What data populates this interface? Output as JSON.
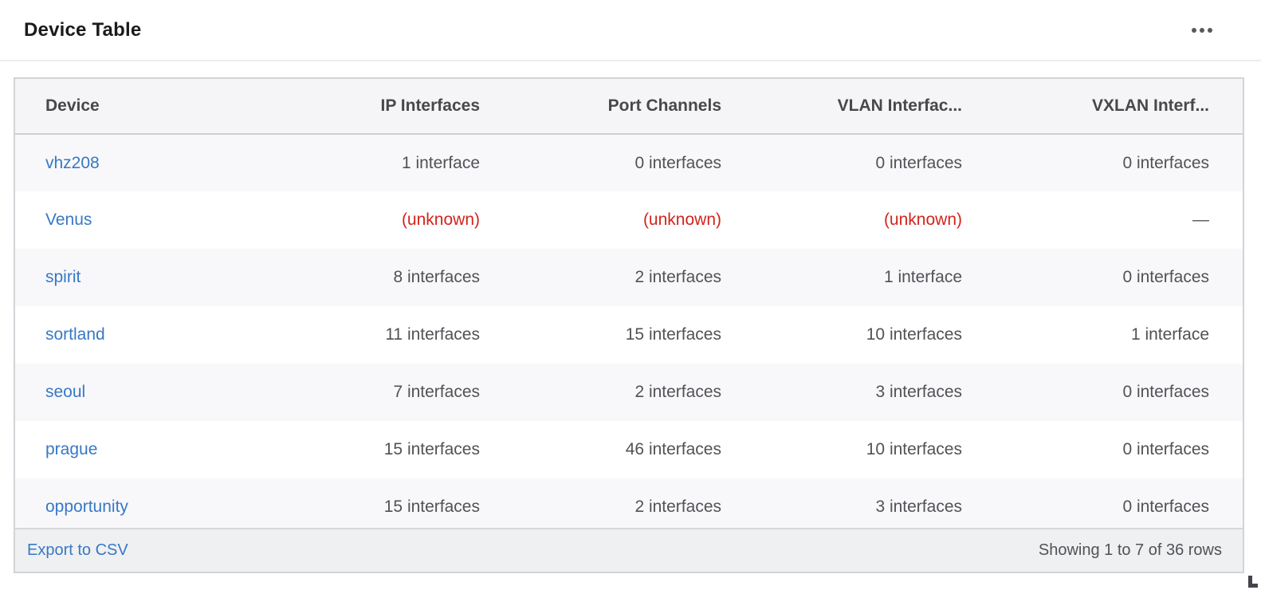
{
  "panel": {
    "title": "Device Table"
  },
  "table": {
    "unknown_text": "(unknown)",
    "columns": [
      {
        "label": "Device",
        "align": "left"
      },
      {
        "label": "IP Interfaces",
        "align": "right"
      },
      {
        "label": "Port Channels",
        "align": "right"
      },
      {
        "label": "VLAN Interfac...",
        "align": "right"
      },
      {
        "label": "VXLAN Interf...",
        "align": "right"
      }
    ],
    "rows": [
      {
        "cells": [
          "vhz208",
          "1 interface",
          "0 interfaces",
          "0 interfaces",
          "0 interfaces"
        ]
      },
      {
        "cells": [
          "Venus",
          "(unknown)",
          "(unknown)",
          "(unknown)",
          "—"
        ]
      },
      {
        "cells": [
          "spirit",
          "8 interfaces",
          "2 interfaces",
          "1 interface",
          "0 interfaces"
        ]
      },
      {
        "cells": [
          "sortland",
          "11 interfaces",
          "15 interfaces",
          "10 interfaces",
          "1 interface"
        ]
      },
      {
        "cells": [
          "seoul",
          "7 interfaces",
          "2 interfaces",
          "3 interfaces",
          "0 interfaces"
        ]
      },
      {
        "cells": [
          "prague",
          "15 interfaces",
          "46 interfaces",
          "10 interfaces",
          "0 interfaces"
        ]
      },
      {
        "cells": [
          "opportunity",
          "15 interfaces",
          "2 interfaces",
          "3 interfaces",
          "0 interfaces"
        ]
      }
    ]
  },
  "footer": {
    "export_label": "Export to CSV",
    "status": "Showing 1 to 7 of 36 rows"
  },
  "icons": {
    "menu": "ellipsis-icon",
    "corner": "scroll-corner-icon"
  },
  "colors": {
    "link_blue": "#3778c6",
    "unknown_red": "#d2241c",
    "header_bg": "#f5f5f7",
    "stripe_bg": "#f8f8fa",
    "footer_bg": "#eff0f1",
    "card_border": "#d3d3d8",
    "body_text": "#515257",
    "header_text": "#48484c",
    "title_text": "#1b1b1d"
  }
}
